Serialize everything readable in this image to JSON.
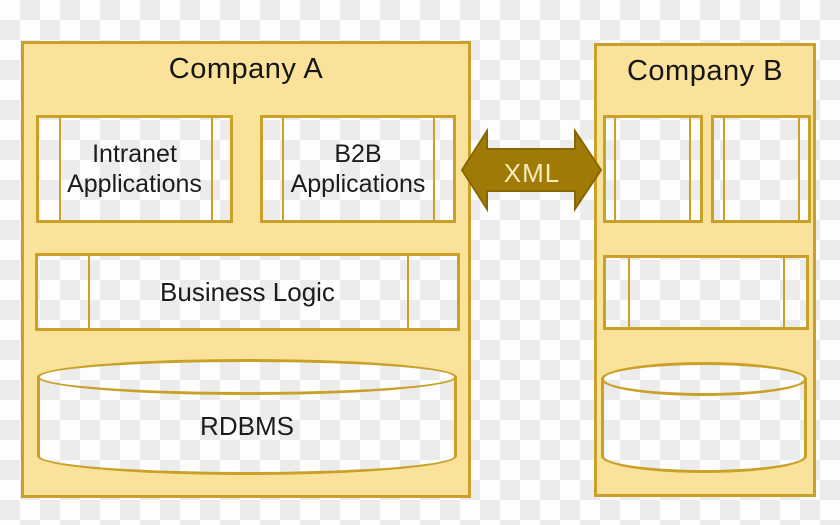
{
  "company_a": {
    "title": "Company A",
    "intranet": {
      "line1": "Intranet",
      "line2": "Applications"
    },
    "b2b": {
      "line1": "B2B",
      "line2": "Applications"
    },
    "business_logic": "Business Logic",
    "database": "RDBMS"
  },
  "company_b": {
    "title": "Company B"
  },
  "arrow": {
    "label": "XML"
  },
  "colors": {
    "checker_light": "#FDFDFD",
    "checker_dark": "#ECECEC",
    "container_fill": "#FBE29B",
    "border_gold": "#C9A128",
    "arrow_fill": "#9F7A06",
    "arrow_outline": "#876800",
    "arrow_label_color": "#F6ECBC",
    "text_color": "#1C1C1C"
  }
}
